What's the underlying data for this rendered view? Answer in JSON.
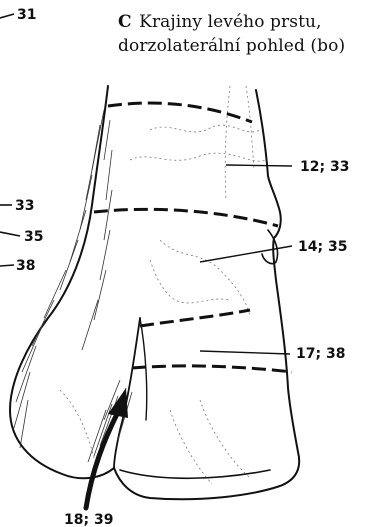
{
  "caption": {
    "letter": "C",
    "line1": "Krajiny levého prstu,",
    "line2": "dorzolaterální pohled (bo)"
  },
  "left_labels": [
    "31",
    "33",
    "35",
    "38"
  ],
  "labels": [
    "12; 33",
    "14; 35",
    "17; 38",
    "18; 39"
  ],
  "colors": {
    "ink": "#111111",
    "background": "#ffffff"
  }
}
